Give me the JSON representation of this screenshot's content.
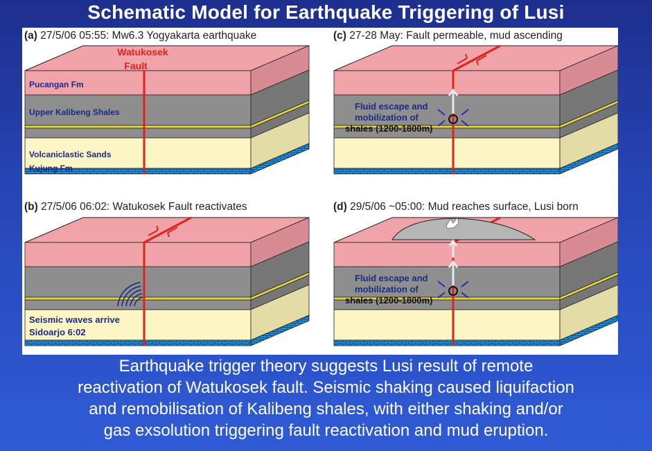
{
  "title": "Schematic Model for Earthquake Triggering of Lusi",
  "panels": {
    "a": {
      "id": "(a)",
      "label": "27/5/06 05:55: Mw6.3 Yogyakarta earthquake",
      "fault_name": "Watukosek\nFault",
      "layers": {
        "pucangan": "Pucangan Fm",
        "kalibeng": "Upper Kalibeng Shales",
        "volcaniclastic": "Volcaniclastic Sands",
        "kujung": "Kujung Fm"
      }
    },
    "b": {
      "id": "(b)",
      "label": "27/5/06 06:02: Watukosek Fault reactivates",
      "seismic_text_1": "Seismic waves arrive",
      "seismic_text_2": "Sidoarjo 6:02"
    },
    "c": {
      "id": "(c)",
      "label": "27-28 May: Fault permeable, mud ascending",
      "fluid_1": "Fluid escape and",
      "fluid_2": "mobilization of",
      "fluid_3": "shales (1200-1800m)"
    },
    "d": {
      "id": "(d)",
      "label": "29/5/06 ~05:00: Mud reaches surface, Lusi born",
      "fluid_1": "Fluid escape and",
      "fluid_2": "mobilization of",
      "fluid_3": "shales (1200-1800m)"
    }
  },
  "colors": {
    "pink": "#f0a3a8",
    "pink_side": "#d98b93",
    "grey": "#8e8e8e",
    "grey_side": "#777777",
    "cream": "#fbf6c4",
    "cream_side": "#e3dca6",
    "yellow": "#e8d93a",
    "blue_base": "#1f8fd6",
    "fault": "#e2231a",
    "label_text": "#1a2a8a"
  },
  "caption": [
    "Earthquake trigger theory suggests Lusi result of remote",
    "reactivation of Watukosek fault. Seismic shaking caused liquifaction",
    "and remobilisation of Kalibeng shales, with either shaking and/or",
    "gas exsolution triggering fault reactivation and mud eruption."
  ]
}
